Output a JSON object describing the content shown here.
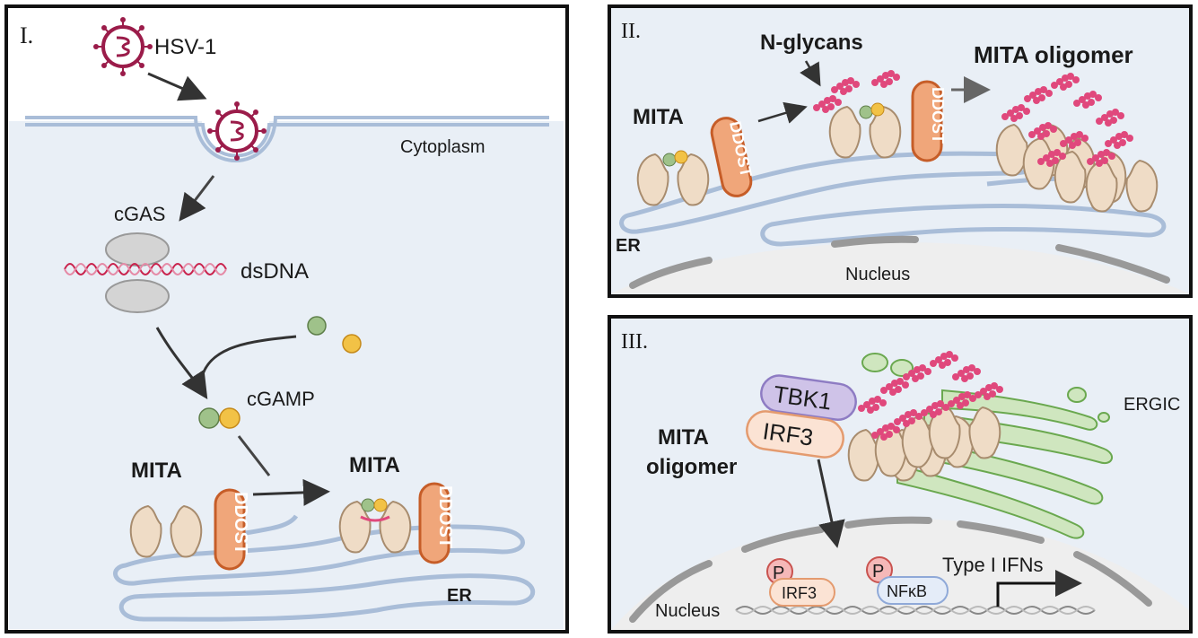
{
  "panels": {
    "p1": {
      "numeral": "I.",
      "virus_label": "HSV-1",
      "cytoplasm_label": "Cytoplasm",
      "cgas_label": "cGAS",
      "dsdna_label": "dsDNA",
      "cgamp_label": "cGAMP",
      "mita_left_label": "MITA",
      "mita_right_label": "MITA",
      "ddost_label": "DDOST",
      "er_label": "ER"
    },
    "p2": {
      "numeral": "II.",
      "nglycans_label": "N-glycans",
      "mita_oligomer_label": "MITA oligomer",
      "mita_label": "MITA",
      "ddost_label": "DDOST",
      "er_label": "ER",
      "nucleus_label": "Nucleus"
    },
    "p3": {
      "numeral": "III.",
      "tbk1_label": "TBK1",
      "irf3_label": "IRF3",
      "mita_label_line1": "MITA",
      "mita_label_line2": "oligomer",
      "ergic_label": "ERGIC",
      "p_label": "P",
      "irf3_small_label": "IRF3",
      "nfkb_label": "NFκB",
      "type1_label": "Type I IFNs",
      "nucleus_label": "Nucleus"
    }
  },
  "colors": {
    "cytoplasm_bg": "#e9eff6",
    "membrane": "#a9bdd8",
    "protein": "#efdcc6",
    "protein_stroke": "#a88c6e",
    "ddost": "#f0a67a",
    "ddost_stroke": "#c65d28",
    "glycan": "#e0487c",
    "virus": "#9b1c4a",
    "ergic": "#a7cf8a",
    "tbk1": "#cfc3e8",
    "nucleus": "#eeeeee",
    "cgamp_green": "#9fc28a",
    "cgamp_yellow": "#f2c246"
  }
}
